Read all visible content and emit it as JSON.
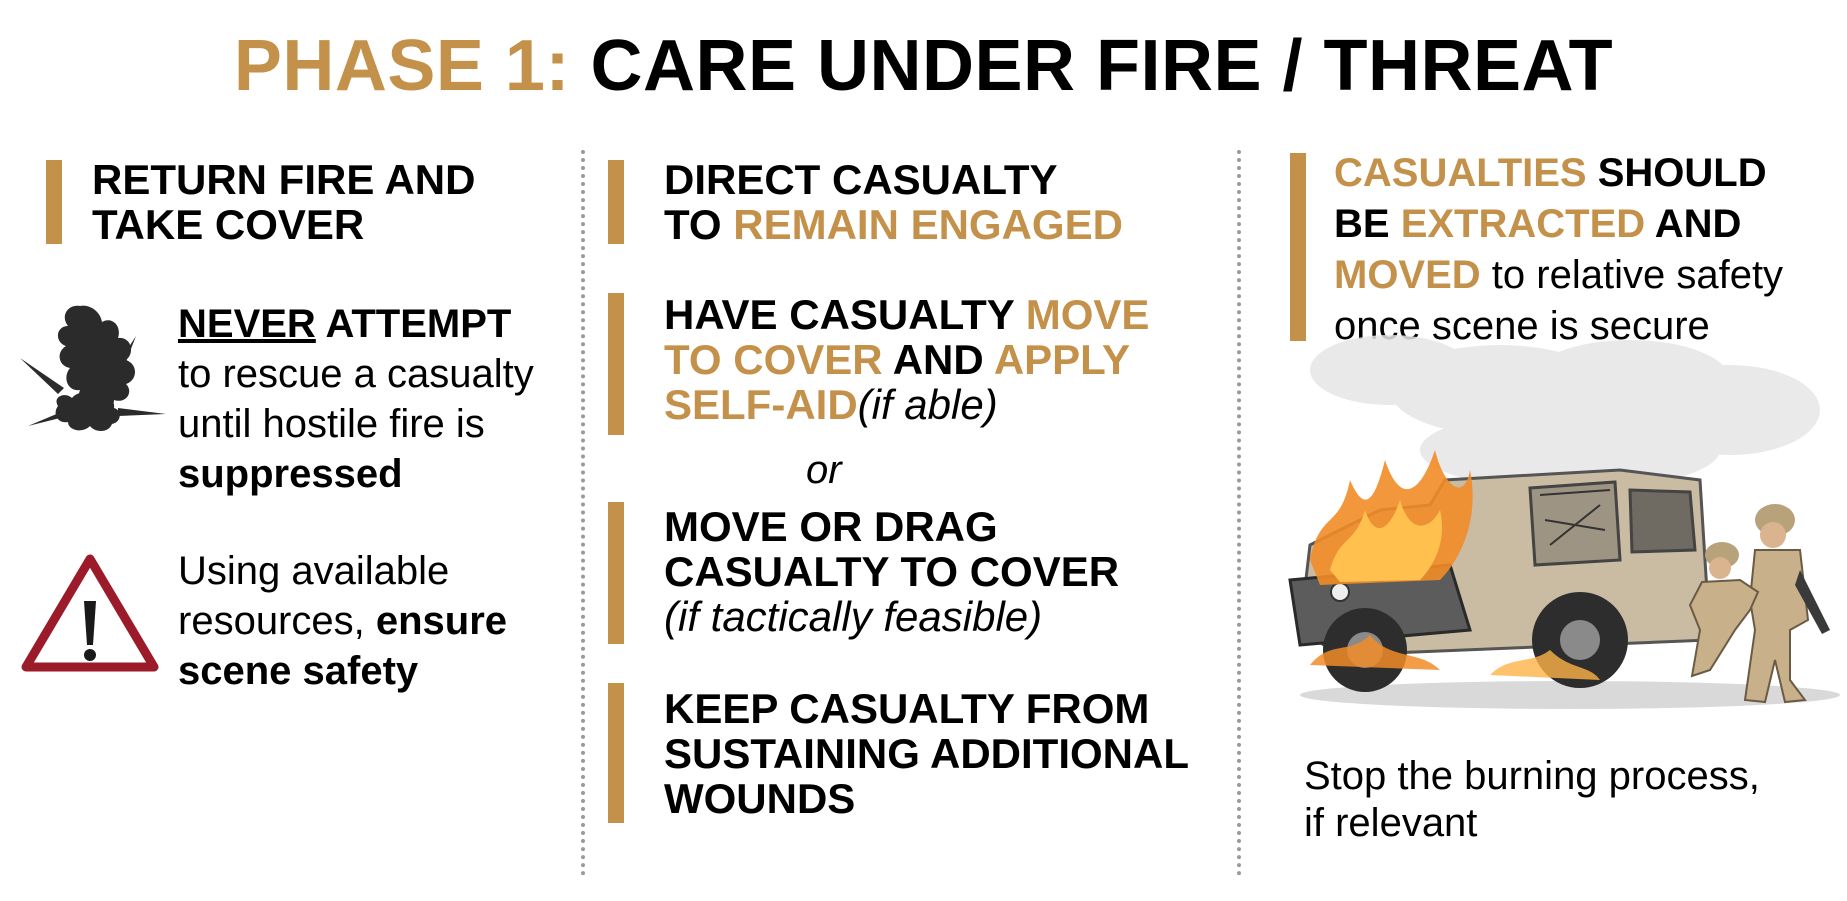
{
  "title": {
    "prefix": "PHASE 1:",
    "main": "CARE UNDER FIRE / THREAT"
  },
  "col1": {
    "heading": {
      "line1": "RETURN FIRE AND",
      "line2": "TAKE COVER"
    },
    "never": {
      "word": "NEVER",
      "rest_bold": " ATTEMPT",
      "line2": "to rescue a casualty",
      "line3": "until hostile fire is",
      "line4": "suppressed"
    },
    "safety": {
      "line1": "Using available",
      "line2_a": "resources, ",
      "line2_b": "ensure",
      "line3": "scene safety"
    }
  },
  "col2": {
    "item1": {
      "line1": "DIRECT CASUALTY",
      "line2_a": "TO ",
      "line2_b": "REMAIN ENGAGED"
    },
    "item2": {
      "l1_a": "HAVE CASUALTY ",
      "l1_b": "MOVE",
      "l2_a": "TO COVER",
      "l2_b": " AND ",
      "l2_c": "APPLY",
      "l3_a": "SELF-AID",
      "l3_b": "(if able)"
    },
    "or": "or",
    "item3": {
      "line1": "MOVE OR DRAG",
      "line2": "CASUALTY TO COVER",
      "line3": "(if tactically feasible)"
    },
    "item4": {
      "line1": "KEEP CASUALTY FROM",
      "line2": "SUSTAINING ADDITIONAL",
      "line3": "WOUNDS"
    }
  },
  "col3": {
    "extract": {
      "l1_a": "CASUALTIES",
      "l1_b": " SHOULD",
      "l2_a": "BE ",
      "l2_b": "EXTRACTED",
      "l2_c": " AND",
      "l3_a": "MOVED",
      "l3_b": " to relative safety",
      "l4": "once scene is secure"
    },
    "burn": {
      "line1": "Stop the burning process,",
      "line2": "if relevant"
    }
  },
  "icons": [
    "explosion-icon",
    "warning-triangle-icon"
  ],
  "colors": {
    "accent": "#C4914B",
    "warning_red": "#9B1B2A",
    "text": "#000000",
    "divider": "#9a9a9a"
  }
}
